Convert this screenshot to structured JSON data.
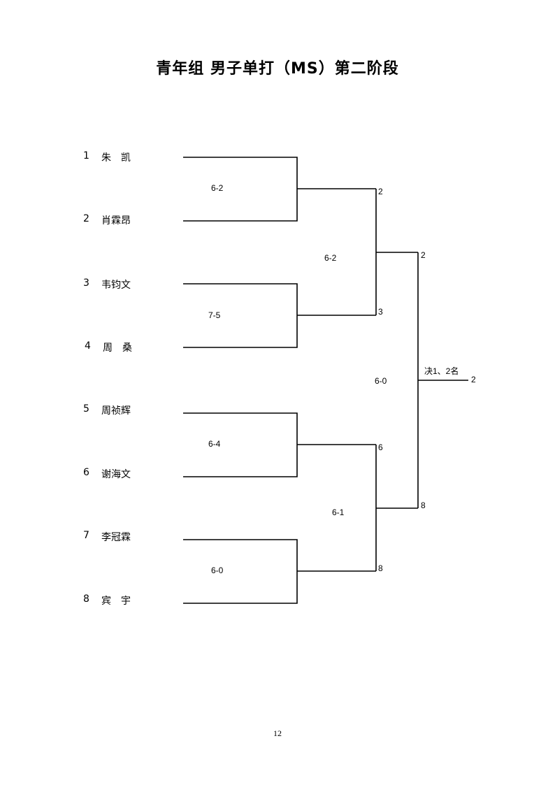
{
  "title": "青年组 男子单打（MS）第二阶段",
  "players": [
    {
      "seed": "1",
      "name": "朱　凯"
    },
    {
      "seed": "2",
      "name": "肖霖昂"
    },
    {
      "seed": "3",
      "name": "韦钧文"
    },
    {
      "seed": "4",
      "name": "周　桑"
    },
    {
      "seed": "5",
      "name": "周祯辉"
    },
    {
      "seed": "6",
      "name": "谢海文"
    },
    {
      "seed": "7",
      "name": "李冠霖"
    },
    {
      "seed": "8",
      "name": "宾　宇"
    }
  ],
  "round1": [
    {
      "score": "6-2",
      "winner": "2"
    },
    {
      "score": "7-5",
      "winner": "3"
    },
    {
      "score": "6-4",
      "winner": "6"
    },
    {
      "score": "6-0",
      "winner": "8"
    }
  ],
  "semis": [
    {
      "score": "6-2",
      "winner": "2"
    },
    {
      "score": "6-1",
      "winner": "8"
    }
  ],
  "final": {
    "score": "6-0",
    "label": "决1、2名",
    "winner": "2"
  },
  "page_number": "12"
}
